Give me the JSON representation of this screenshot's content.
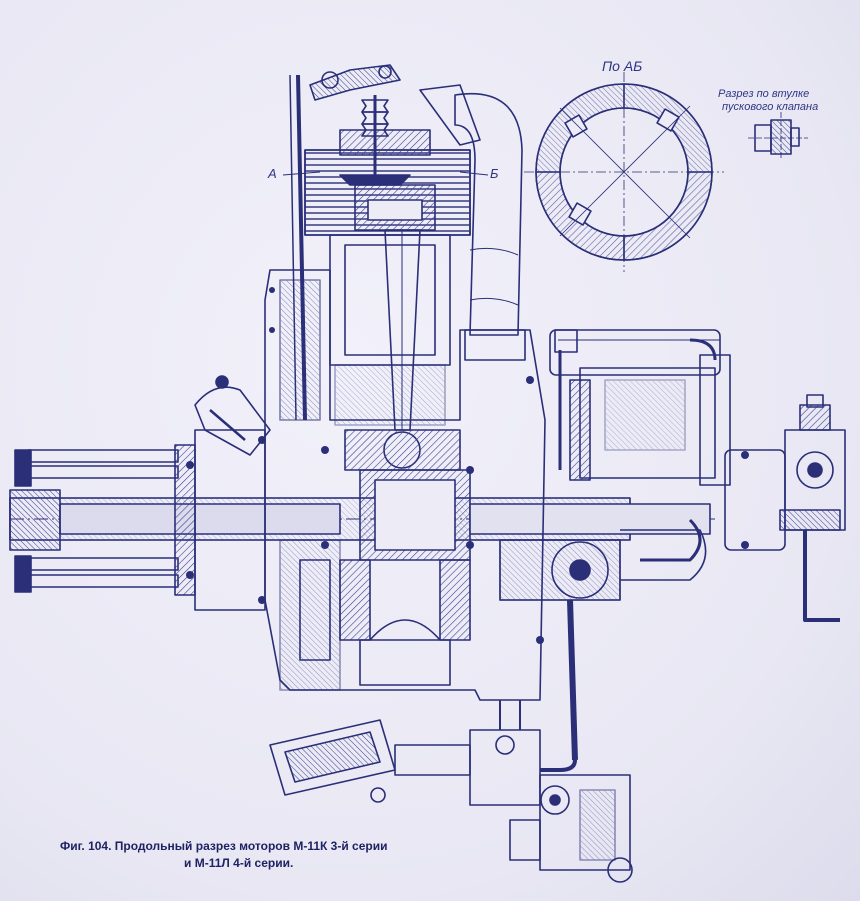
{
  "labels": {
    "section_title": "По АБ",
    "detail_title_line1": "Разрез по втулке",
    "detail_title_line2": "пускового клапана",
    "marker_a": "А",
    "marker_b": "Б"
  },
  "caption": {
    "line1": "Фиг. 104. Продольный разрез моторов М-11К 3-й серии",
    "line2": "и М-11Л 4-й серии."
  },
  "colors": {
    "ink": "#2a2f78",
    "hatch": "#4a4f9a",
    "paper": "#ecebf6"
  }
}
